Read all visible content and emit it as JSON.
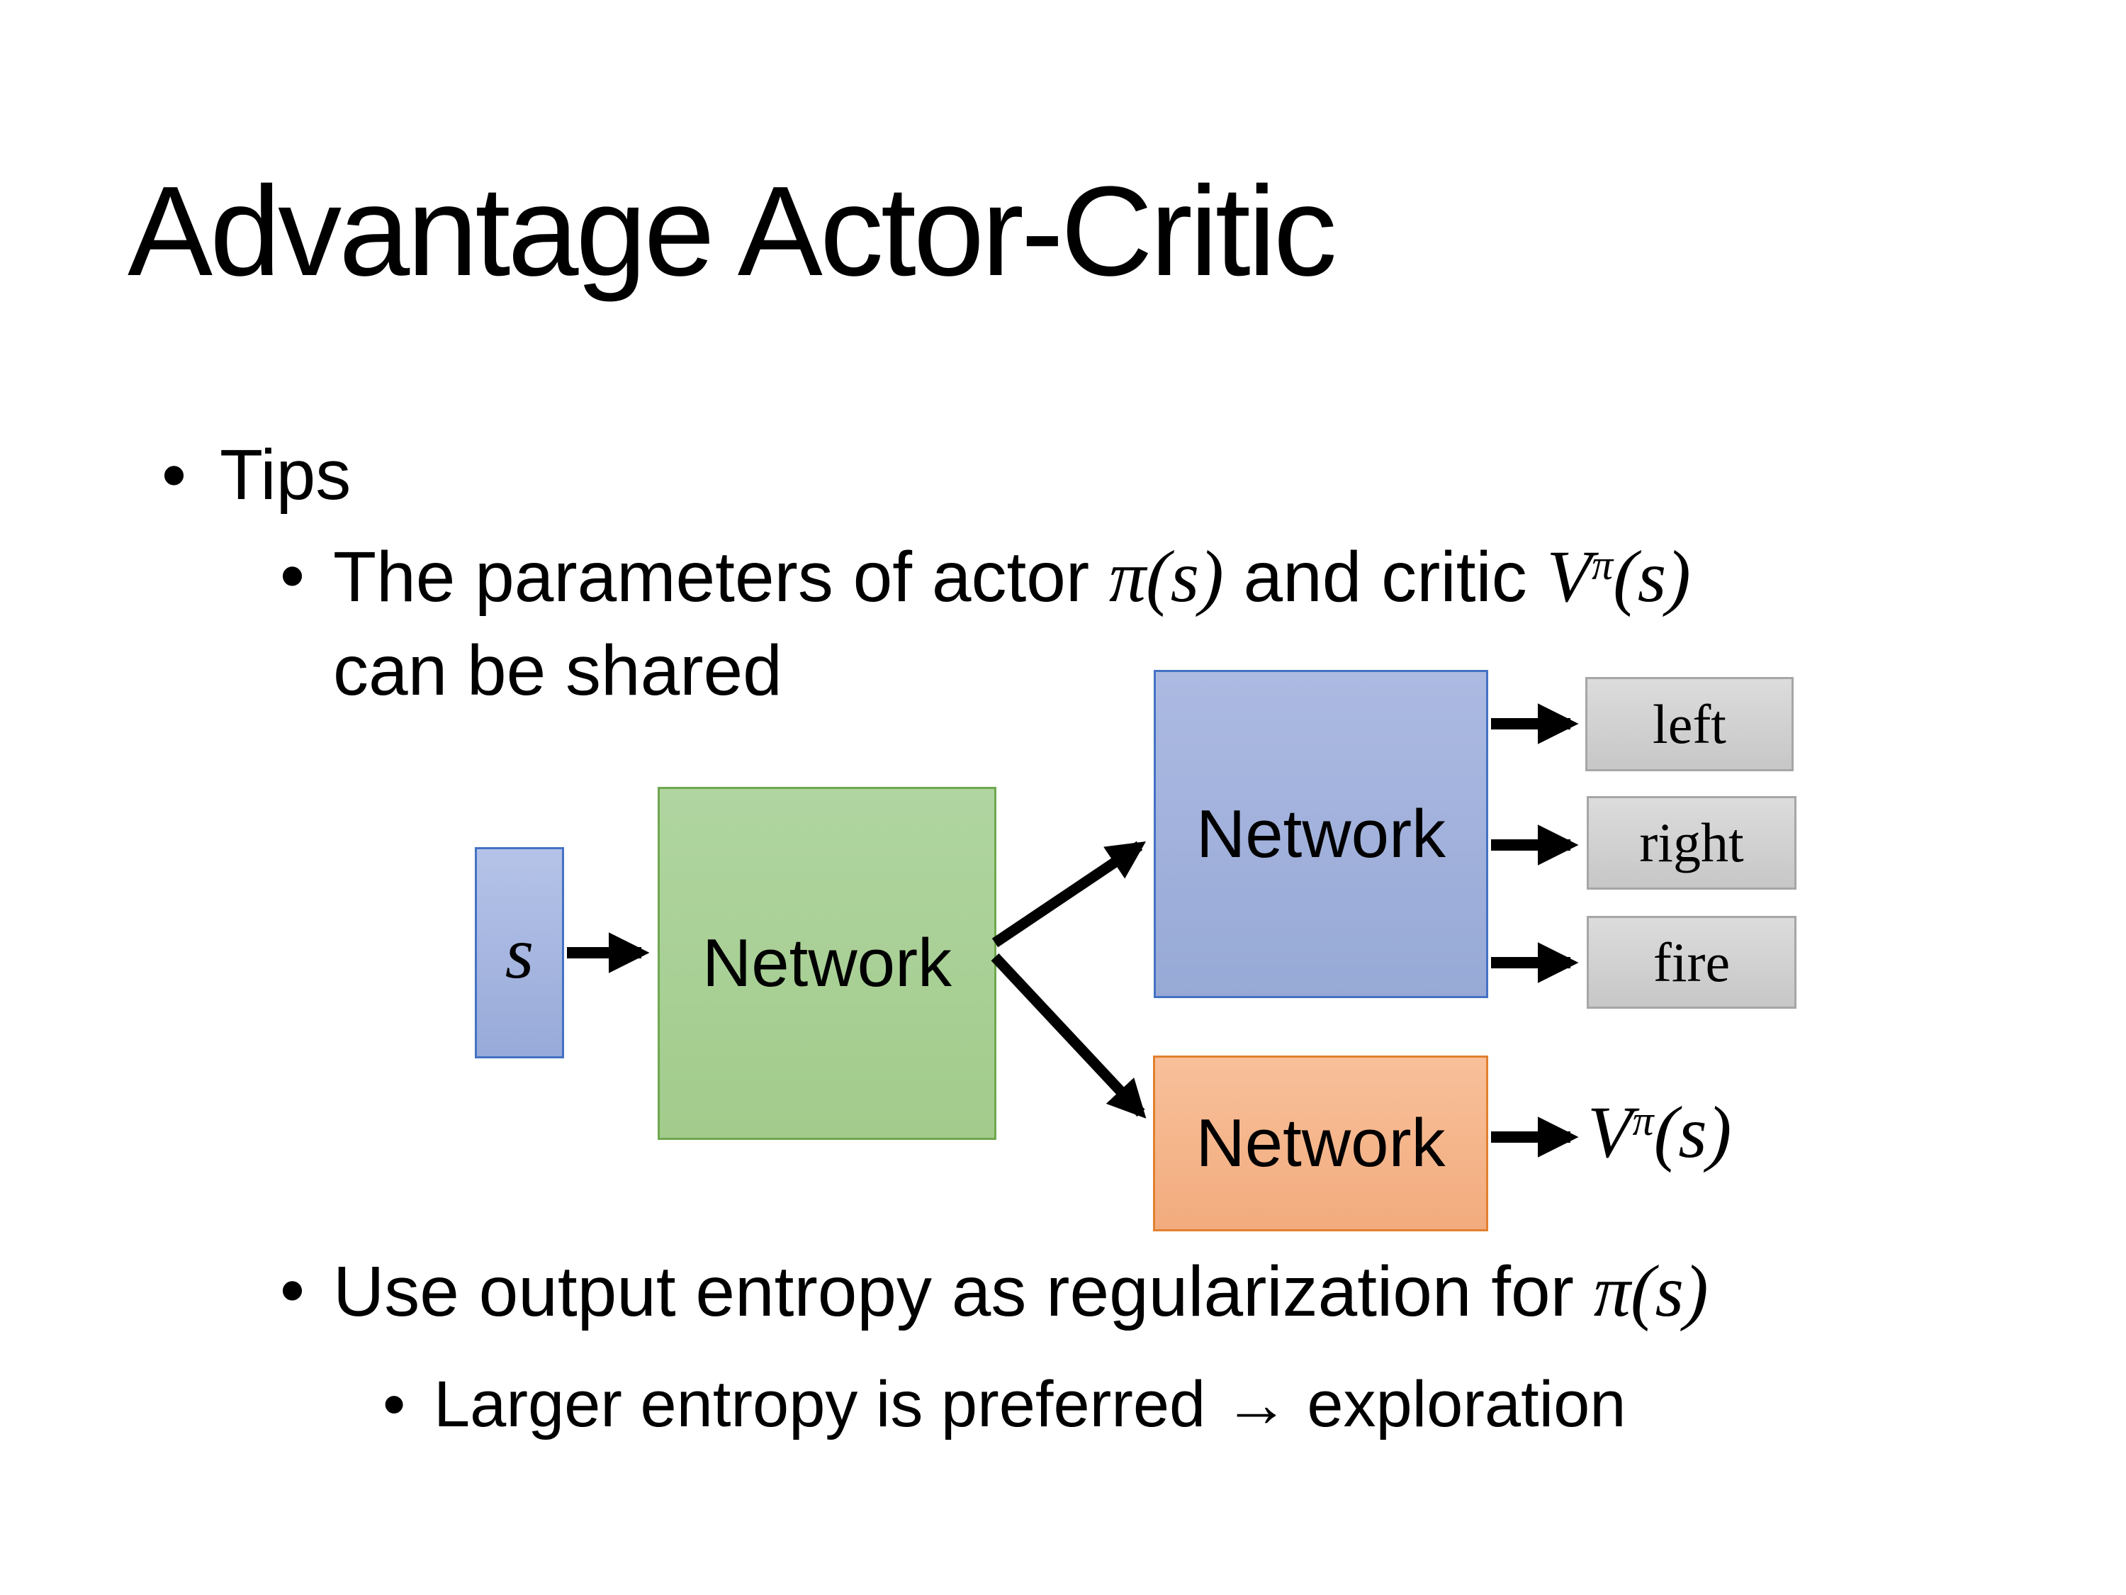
{
  "slide": {
    "title": "Advantage Actor-Critic",
    "bullet_glyph": "•",
    "tips_label": "Tips",
    "param_line": {
      "prefix": "The parameters of actor ",
      "actor_math": "π(s)",
      "middle": "  and critic ",
      "critic_base": "V",
      "critic_sup": "π",
      "critic_args": "(s)",
      "continuation": "can be shared"
    },
    "entropy_line": {
      "prefix": "Use output entropy as regularization for ",
      "math": "π(s)"
    },
    "exploration_line": "Larger entropy is preferred → exploration"
  },
  "diagram": {
    "state_label": "s",
    "shared_network_label": "Network",
    "actor_network_label": "Network",
    "critic_network_label": "Network",
    "action_labels": [
      "left",
      "right",
      "fire"
    ],
    "value_base": "V",
    "value_sup": "π",
    "value_args": "(s)",
    "colors": {
      "text": "#000000",
      "arrow": "#000000",
      "state_fill_top": "#B5C3E8",
      "state_fill_bottom": "#98AAD9",
      "state_border": "#4472C4",
      "shared_fill_top": "#B0D5A0",
      "shared_fill_bottom": "#A2CB8C",
      "shared_border": "#6FA84F",
      "actor_fill_top": "#ACBAE2",
      "actor_fill_bottom": "#97A9D6",
      "actor_border": "#4472C4",
      "critic_fill_top": "#F8C09A",
      "critic_fill_bottom": "#F2AB7D",
      "critic_border": "#E2802F",
      "action_fill_top": "#DCDCDC",
      "action_fill_bottom": "#C7C7C7",
      "action_border": "#A6A6A6"
    }
  }
}
